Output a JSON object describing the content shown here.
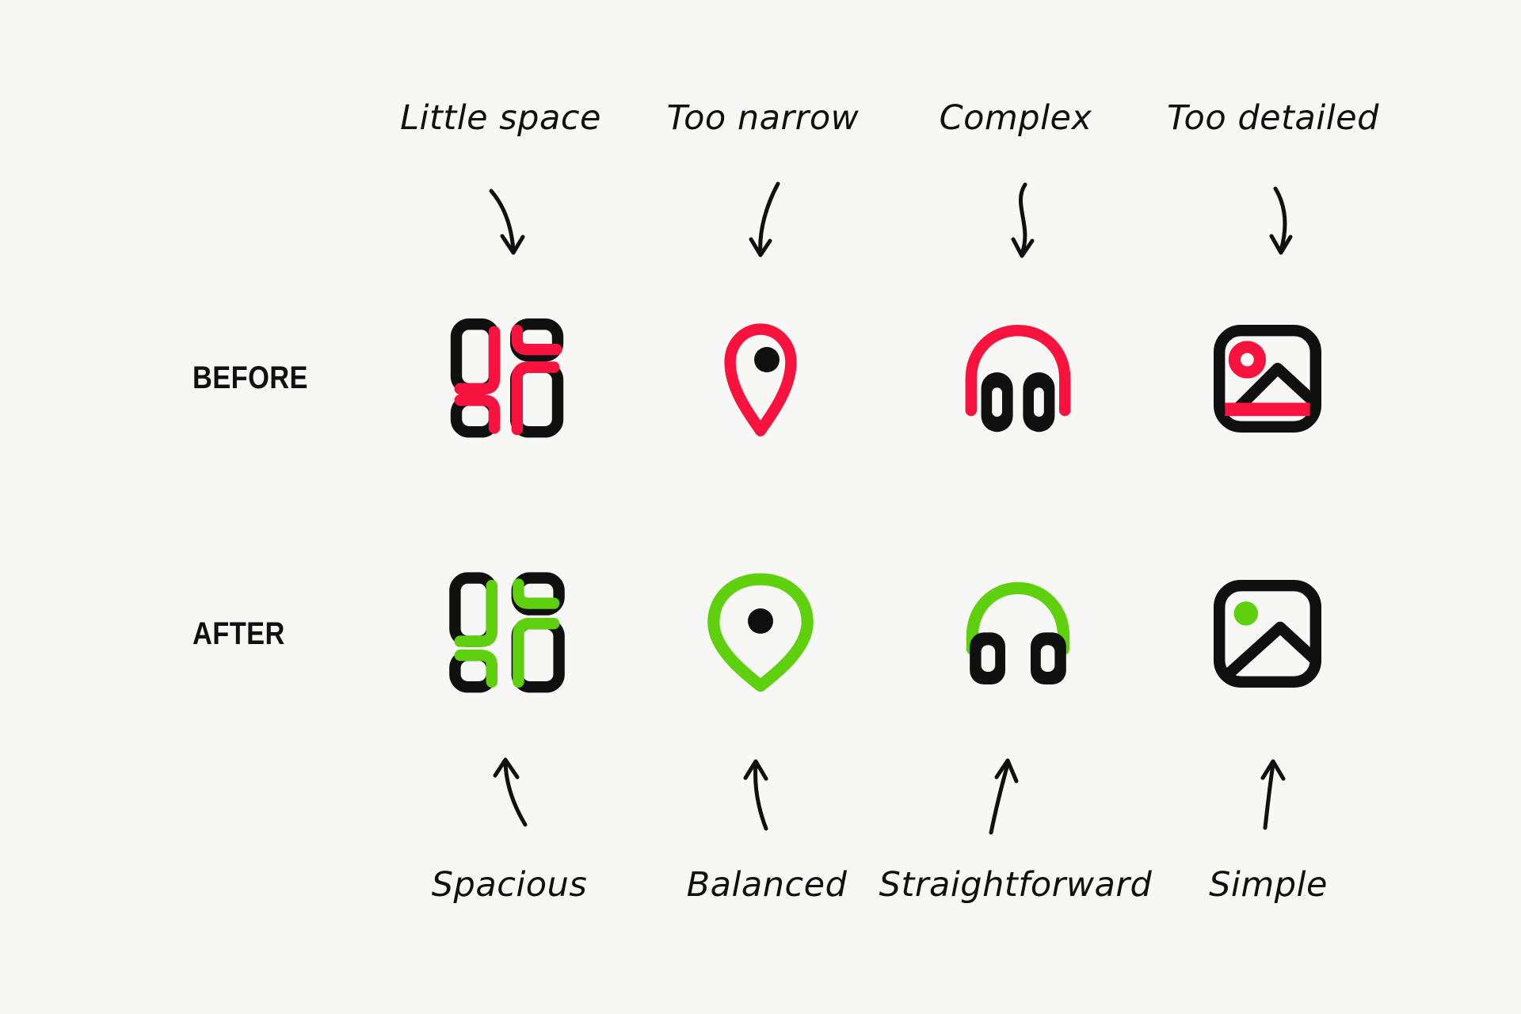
{
  "colors": {
    "bg": "#F7F7F5",
    "ink": "#101010",
    "accent-before": "#F8133F",
    "accent-after": "#5FD00E"
  },
  "before": {
    "label": "BEFORE",
    "items": [
      {
        "icon": "grid-layout-icon",
        "annotation": "Little space"
      },
      {
        "icon": "location-pin-icon",
        "annotation": "Too narrow"
      },
      {
        "icon": "headphones-icon",
        "annotation": "Complex"
      },
      {
        "icon": "image-icon",
        "annotation": "Too detailed"
      }
    ]
  },
  "after": {
    "label": "AFTER",
    "items": [
      {
        "icon": "grid-layout-icon",
        "annotation": "Spacious"
      },
      {
        "icon": "location-pin-icon",
        "annotation": "Balanced"
      },
      {
        "icon": "headphones-icon",
        "annotation": "Straightforward"
      },
      {
        "icon": "image-icon",
        "annotation": "Simple"
      }
    ]
  }
}
